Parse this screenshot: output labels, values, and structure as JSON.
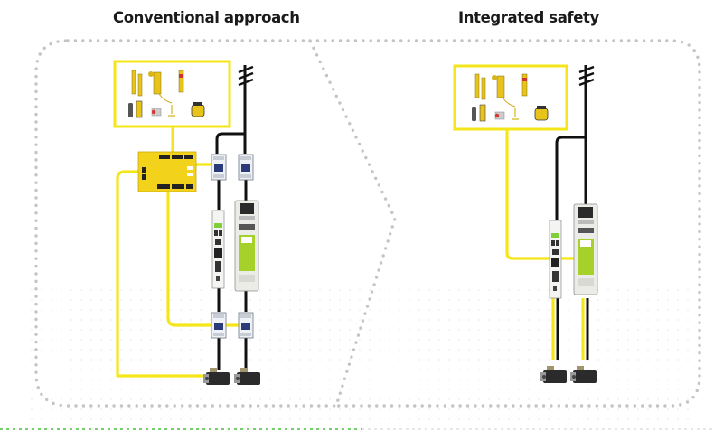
{
  "titles": {
    "left": "Conventional approach",
    "right": "Integrated safety"
  },
  "colors": {
    "safety_wire": "#f5e619",
    "power_wire": "#111111",
    "frame_dots": "#bdbdbd",
    "device_yellow": "#f2d21a",
    "drive_green": "#a6d02a",
    "accent_green": "#45c13a"
  },
  "panels": [
    {
      "id": "conventional",
      "components": [
        "safety-sensors-box",
        "power-supply-symbol",
        "safety-plc",
        "input-contactors",
        "servo-drive",
        "inverter-drive",
        "output-contactors",
        "servo-motors"
      ]
    },
    {
      "id": "integrated",
      "components": [
        "safety-sensors-box",
        "power-supply-symbol",
        "servo-drive",
        "inverter-drive",
        "servo-motors"
      ]
    }
  ]
}
